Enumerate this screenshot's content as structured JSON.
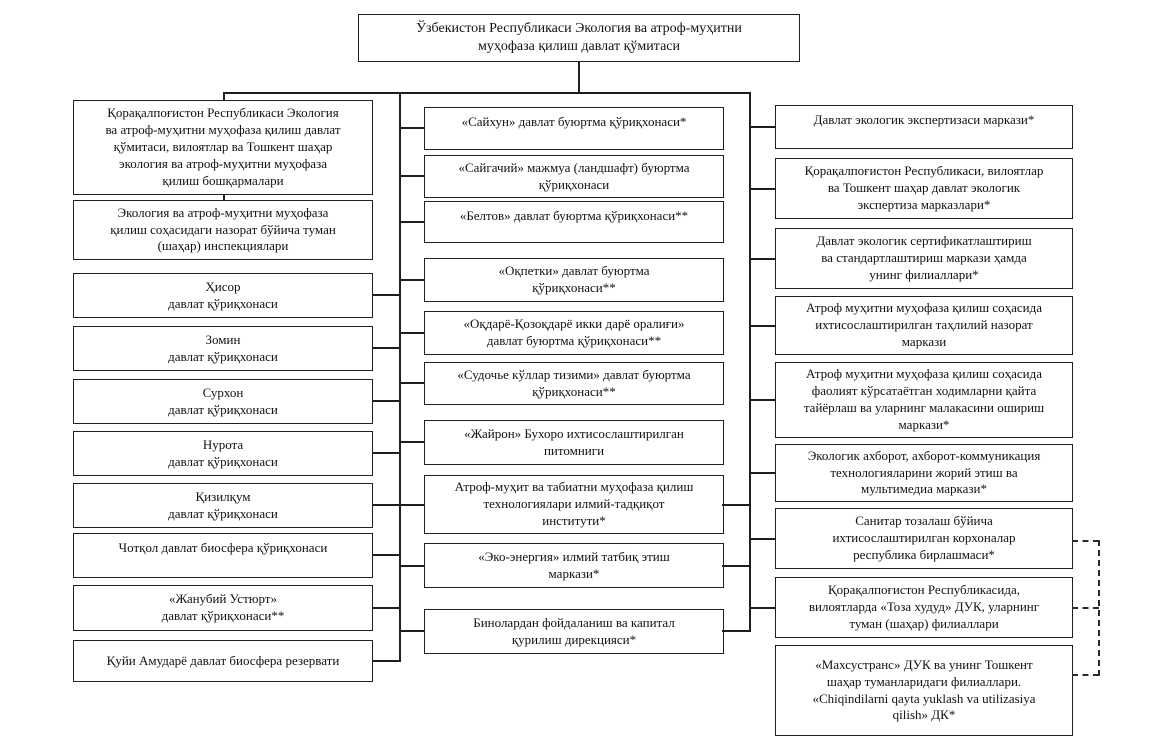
{
  "colors": {
    "background": "#ffffff",
    "box_border": "#1f1f1f",
    "line": "#1f1f1f"
  },
  "root_box": {
    "text": "Ўзбекистон Республикаси Экология ва атроф-муҳитни\nмуҳофаза қилиш давлат қўмитаси"
  },
  "columns": {
    "left": {
      "boxes": [
        {
          "text": "Қорақалпоғистон Республикаси Экология\nва атроф-муҳитни муҳофаза қилиш давлат\nқўмитаси, вилоятлар ва Тошкент шаҳар\nэкология ва атроф-муҳитни муҳофаза\nқилиш бошқармалари"
        },
        {
          "text": "Экология ва атроф-муҳитни муҳофаза\nқилиш соҳасидаги назорат бўйича туман\n(шаҳар) инспекциялари"
        },
        {
          "text": "Ҳисор\nдавлат қўриқхонаси"
        },
        {
          "text": "Зомин\nдавлат қўриқхонаси"
        },
        {
          "text": "Сурхон\nдавлат қўриқхонаси"
        },
        {
          "text": "Нурота\nдавлат қўриқхонаси"
        },
        {
          "text": "Қизилқум\nдавлат қўриқхонаси"
        },
        {
          "text": "Чотқол давлат биосфера қўриқхонаси"
        },
        {
          "text": "«Жанубий Устюрт»\nдавлат қўриқхонаси**"
        },
        {
          "text": "Қуйи Амударё давлат биосфера резервати"
        }
      ]
    },
    "middle": {
      "boxes": [
        {
          "text": "«Сайхун» давлат буюртма қўриқхонаси*"
        },
        {
          "text": "«Сайгачий» мажмуа (ландшафт) буюртма\nқўриқхонаси"
        },
        {
          "text": "«Белтов» давлат буюртма қўриқхонаси**"
        },
        {
          "text": "«Оқпетки» давлат буюртма\nқўриқхонаси**"
        },
        {
          "text": "«Оқдарё-Қозоқдарё икки дарё оралиғи»\nдавлат буюртма қўриқхонаси**"
        },
        {
          "text": "«Судочье кўллар тизими» давлат буюртма\nқўриқхонаси**"
        },
        {
          "text": "«Жайрон» Бухоро ихтисослаштирилган\nпитомниги"
        },
        {
          "text": "Атроф-муҳит ва табиатни муҳофаза қилиш\nтехнологиялари илмий-тадқиқот\nинститути*"
        },
        {
          "text": "«Эко-энергия» илмий татбиқ этиш\nмаркази*"
        },
        {
          "text": "Бинолардан фойдаланиш ва капитал\nқурилиш дирекцияси*"
        }
      ]
    },
    "right": {
      "boxes": [
        {
          "text": "Давлат экологик экспертизаси маркази*"
        },
        {
          "text": "Қорақалпоғистон Республикаси, вилоятлар\nва Тошкент шаҳар давлат экологик\nэкспертиза марказлари*"
        },
        {
          "text": "Давлат экологик сертификатлаштириш\nва стандартлаштириш маркази ҳамда\nунинг филиаллари*"
        },
        {
          "text": "Атроф муҳитни муҳофаза қилиш соҳасида\nихтисослаштирилган таҳлилий назорат\nмаркази"
        },
        {
          "text": "Атроф муҳитни муҳофаза қилиш соҳасида\nфаолият кўрсатаётган ходимларни қайта\nтайёрлаш ва уларнинг малакасини ошириш\nмаркази*"
        },
        {
          "text": "Экологик ахборот, ахборот-коммуникация\nтехнологияларини жорий этиш ва\nмультимедиа маркази*"
        },
        {
          "text": "Санитар тозалаш бўйича\nихтисослаштирилган корхоналар\nреспублика бирлашмаси*"
        },
        {
          "text": "Қорақалпоғистон Республикасида,\nвилоятларда «Тоза худуд» ДУК, уларнинг\nтуман (шаҳар) филиаллари"
        },
        {
          "text": "«Махсустранс» ДУК ва унинг Тошкент\nшаҳар туманларидаги филиаллари.\n«Chiqindilarni qayta yuklash va utilizasiya\nqilish» ДК*"
        }
      ]
    }
  }
}
